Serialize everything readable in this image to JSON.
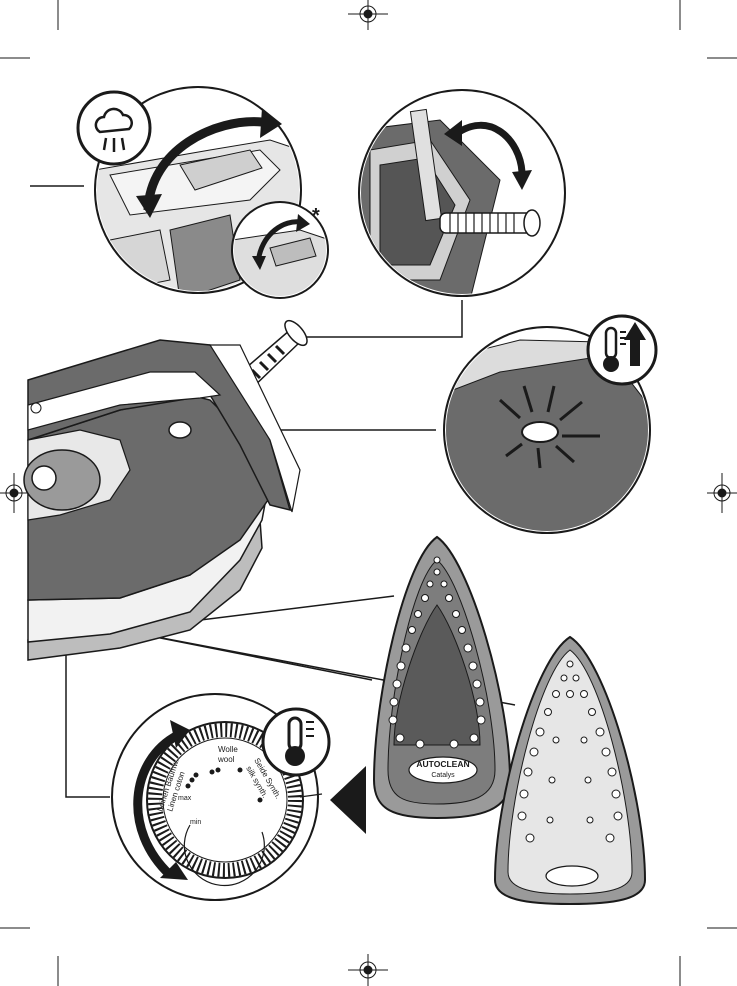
{
  "title": "Steam iron illustration page",
  "marks": {
    "asterisk": "*"
  },
  "dial": {
    "wool_de": "Wolle",
    "wool_en": "wool",
    "linen_cotton_de": "Leinen Baumw.",
    "linen_cotton_en": "Linen coton",
    "silk_de": "Seide Synth.",
    "silk_en": "silk synth.",
    "max": "max",
    "min": "min"
  },
  "soleplates": {
    "front_brand": "AUTOCLEAN",
    "front_sub": "Catalys"
  },
  "icons": [
    "steam-icon",
    "thermometer-up-icon",
    "thermometer-icon",
    "registration-mark-icon",
    "triangle-pointer-icon"
  ],
  "colors": {
    "ink": "#1a1a1a",
    "dark_grey": "#6b6b6b",
    "mid_grey": "#9a9a9a",
    "light_grey": "#d9d9d9"
  }
}
